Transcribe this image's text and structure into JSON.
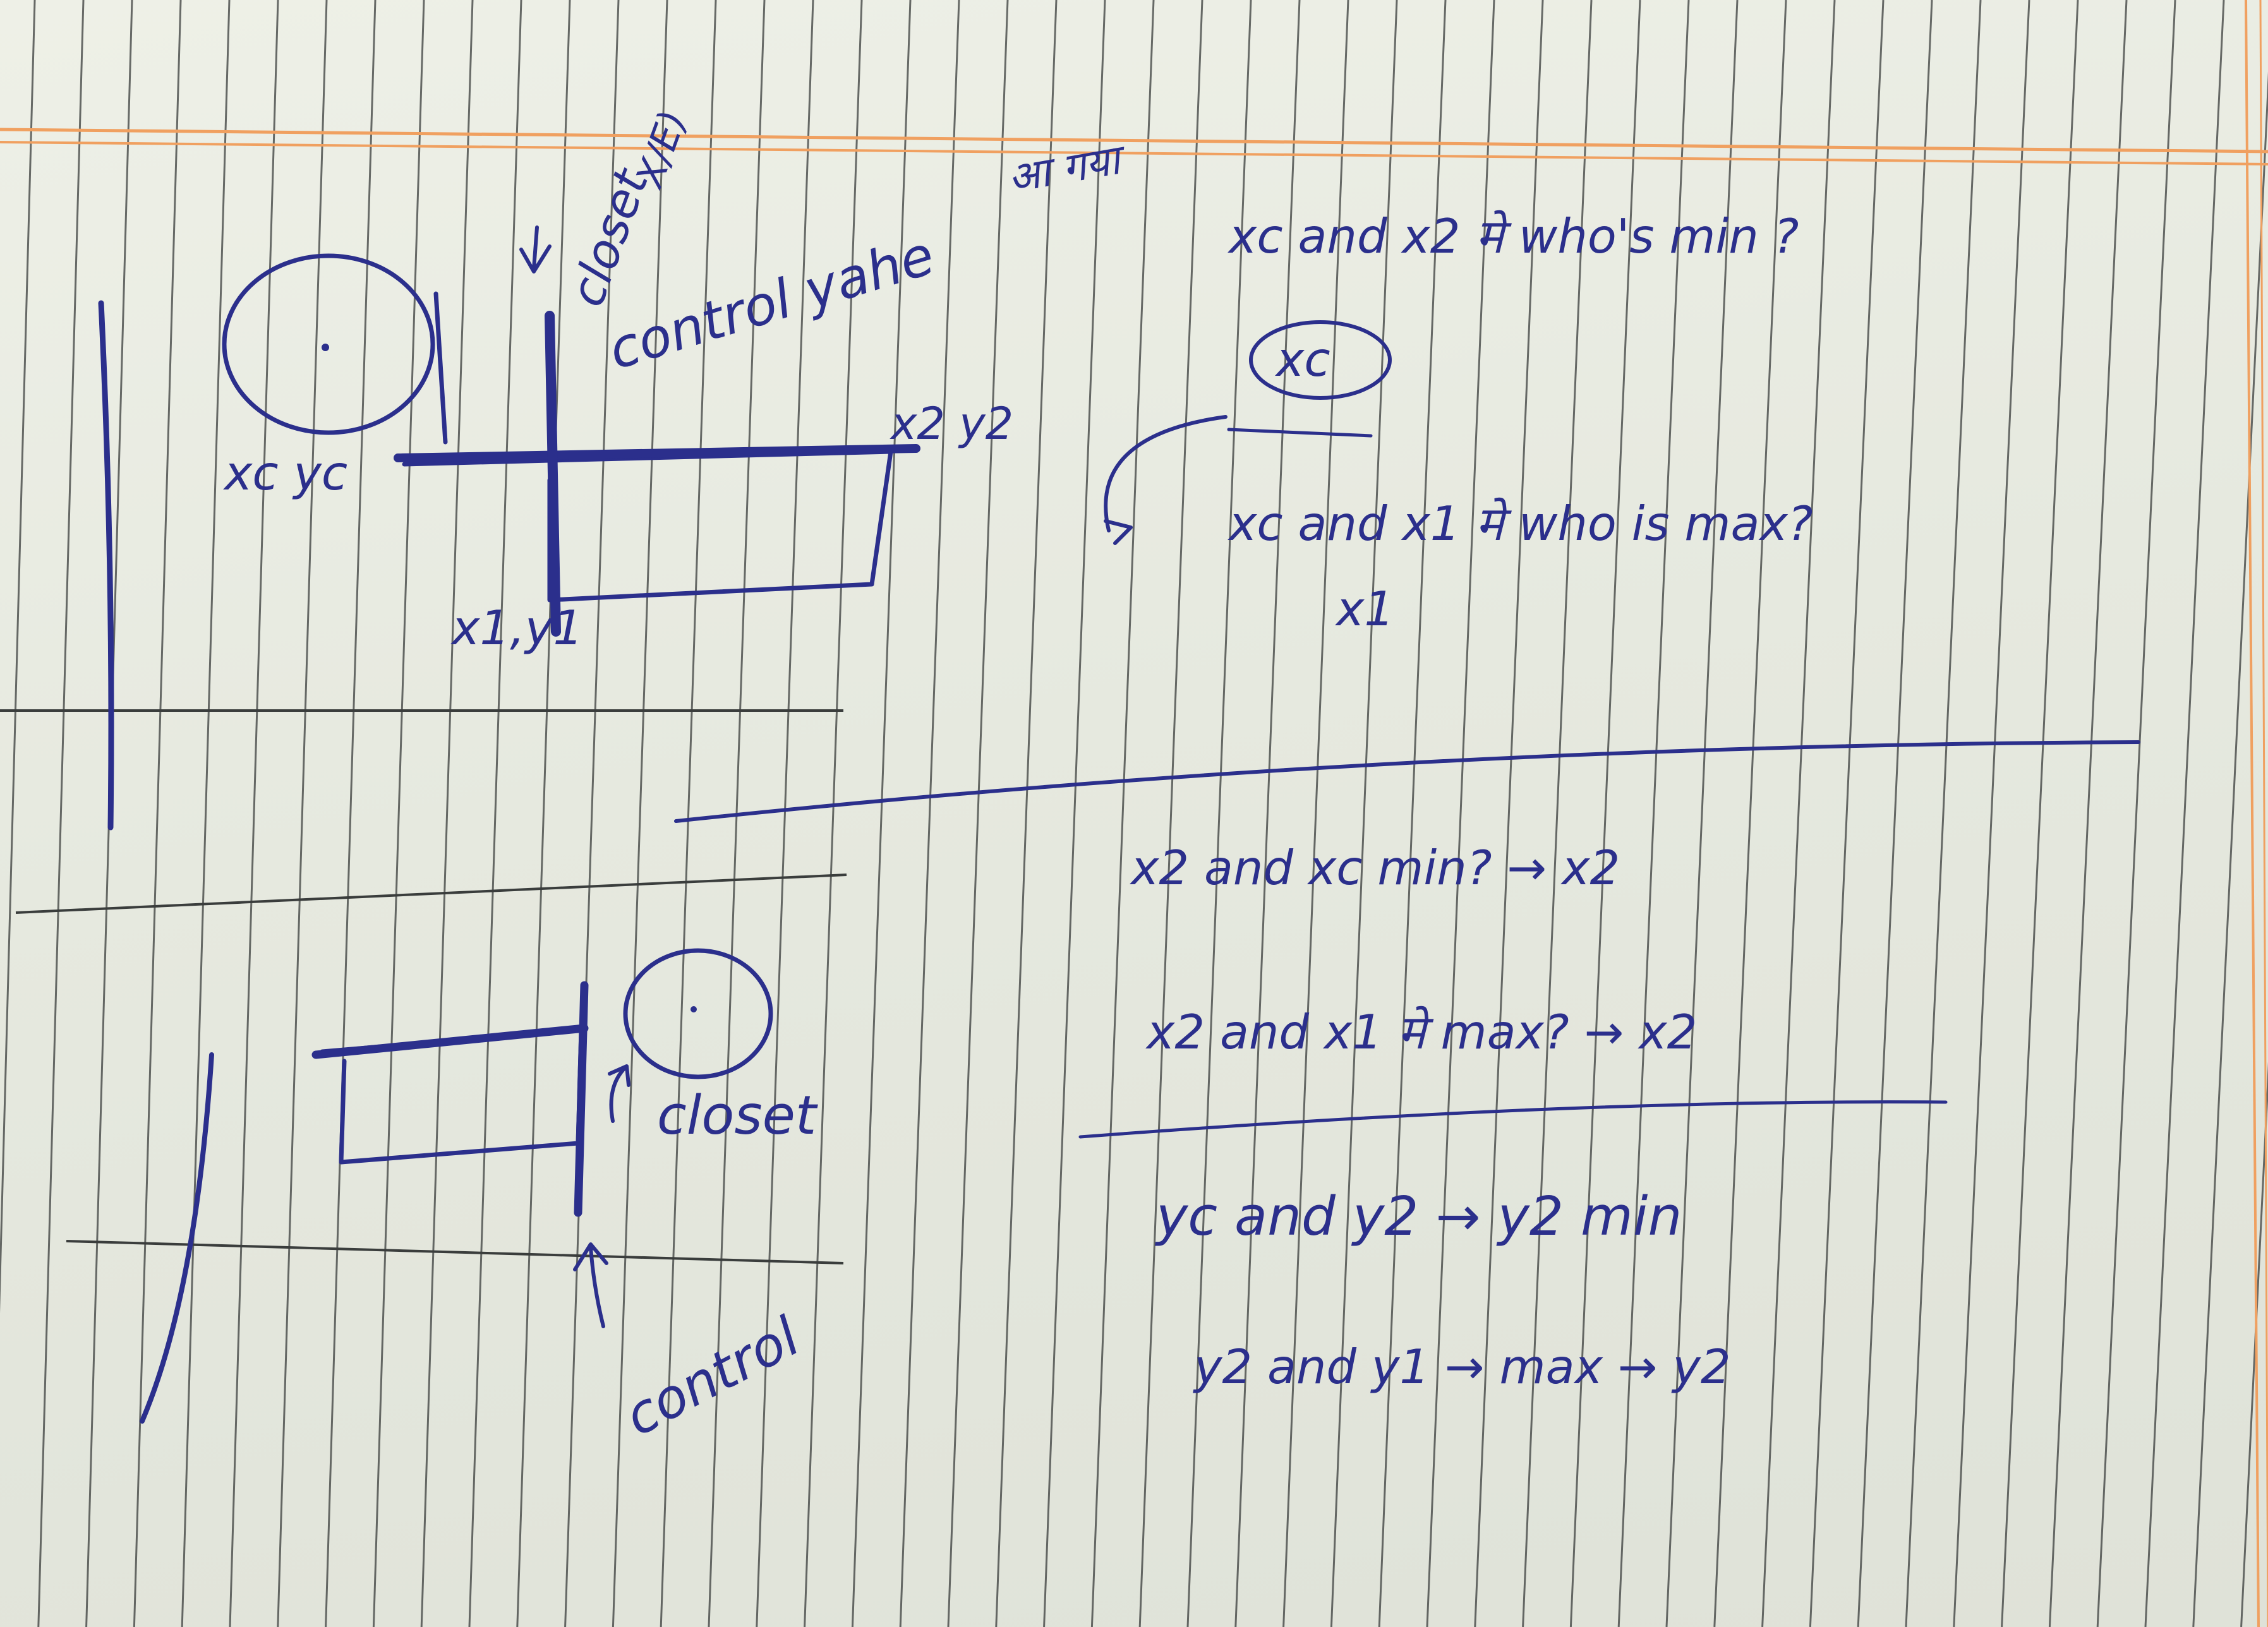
{
  "colors": {
    "paper": "#e9ebe2",
    "rule_line": "#3a3d3c",
    "margin_line": "#f0a060",
    "ink": "#2b2f8c"
  },
  "top_diagram": {
    "label_center": "xc yc",
    "label_corner_top": "x2 y2",
    "label_corner_bottom": "x1,y1",
    "label_closest": "closet",
    "label_closest_annotation": "X/E)",
    "label_control": "control yahe",
    "label_hindi": "आ गया"
  },
  "bottom_diagram": {
    "label_closest": "closet",
    "label_control": "control"
  },
  "notes_top": {
    "line1": "xc and x2 मे who's min ?",
    "circled": "xc",
    "line2": "xc and x1 मे who is max?",
    "line3": "x1"
  },
  "notes_bottom": {
    "line1": "x2 and xc min? → x2",
    "line2": "x2 and x1 मे max? → x2",
    "line3": "yc and y2 → y2 min",
    "line4": "y2 and y1 → max → y2"
  }
}
